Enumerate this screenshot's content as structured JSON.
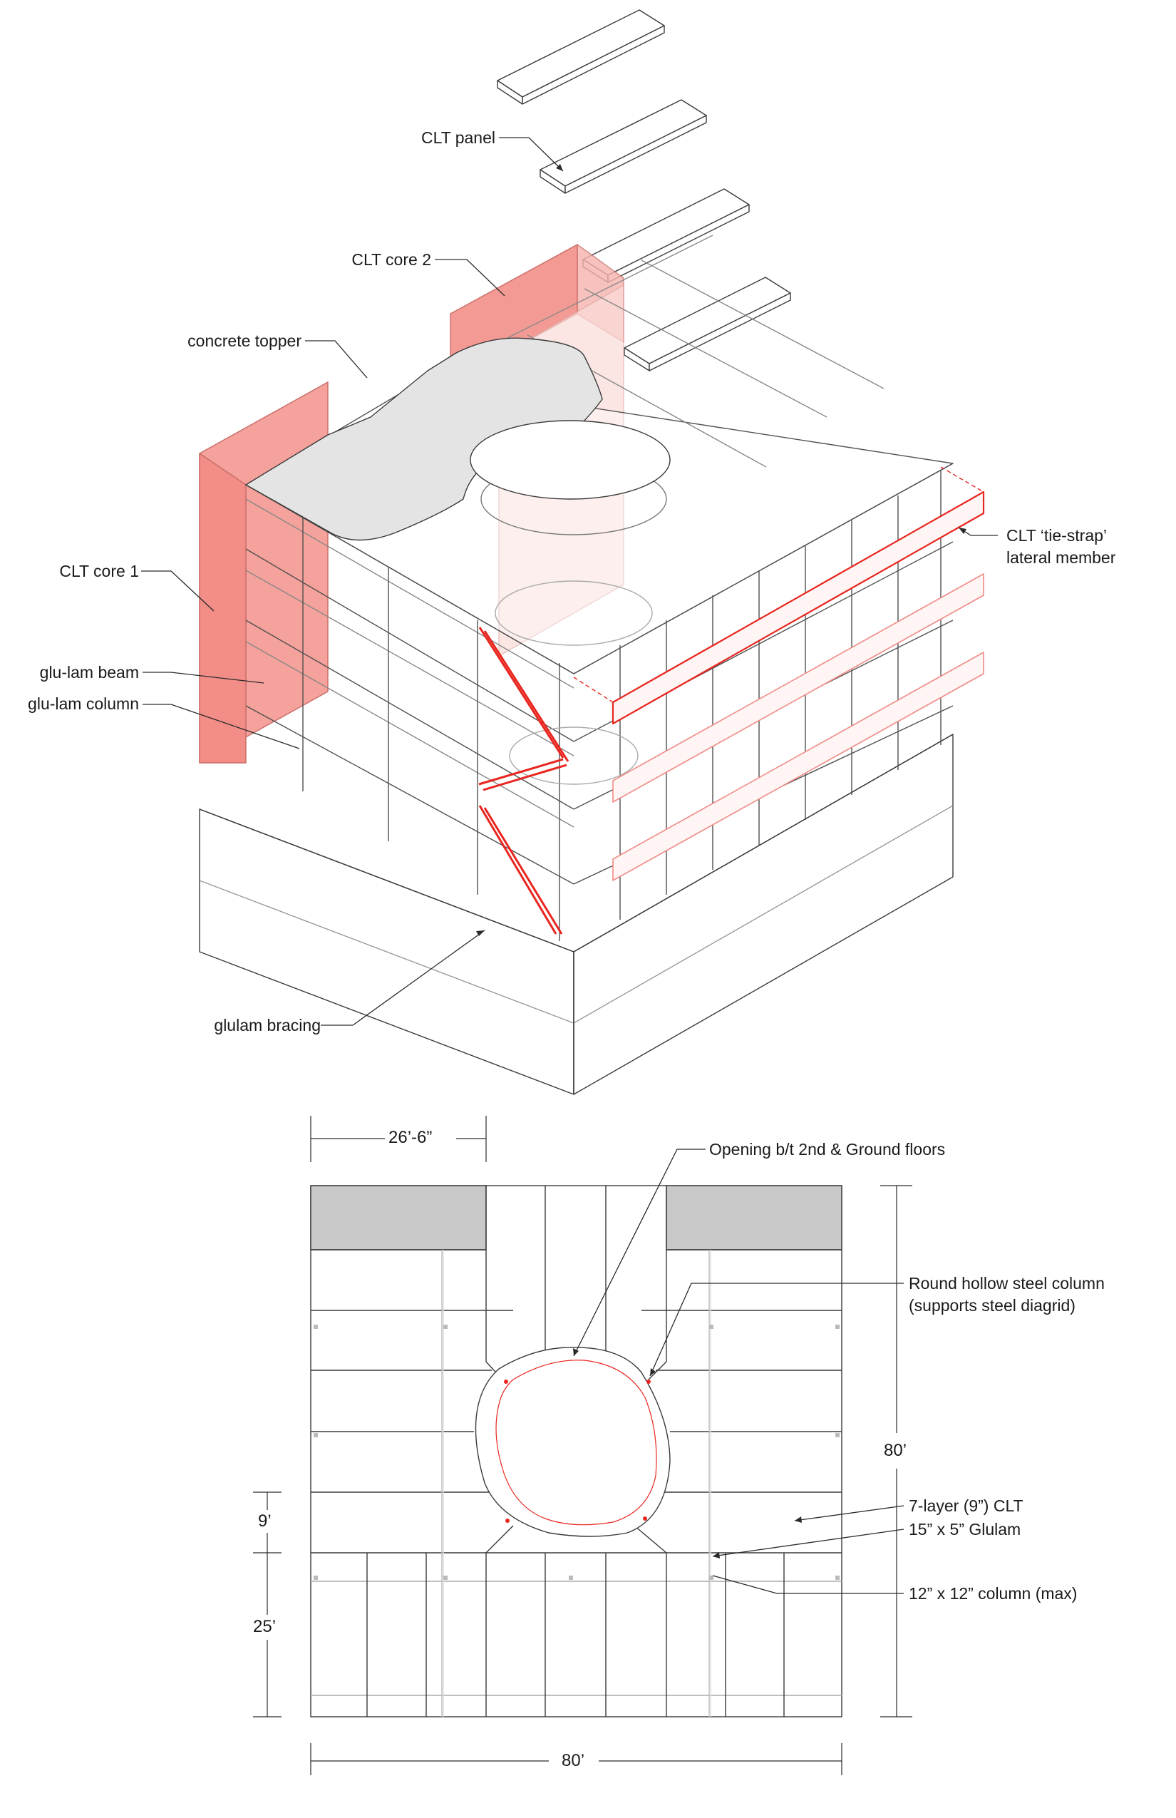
{
  "axonometric": {
    "labels": {
      "clt_panel": "CLT panel",
      "clt_core_2": "CLT core 2",
      "concrete_topper": "concrete topper",
      "clt_core_1": "CLT core 1",
      "glulam_beam": "glu-lam beam",
      "glulam_column": "glu-lam column",
      "glulam_bracing": "glulam bracing",
      "tie_strap_line1": "CLT ‘tie-strap’",
      "tie_strap_line2": "lateral member"
    }
  },
  "plan": {
    "dimensions": {
      "core_width": "26’-6”",
      "overall_depth": "80’",
      "overall_width": "80’",
      "bay_small": "9’",
      "bay_large": "25’"
    },
    "labels": {
      "opening": "Opening b/t 2nd & Ground floors",
      "steel_column_line1": "Round hollow steel column",
      "steel_column_line2": "(supports steel diagrid)",
      "clt_slab": "7-layer (9”) CLT",
      "glulam": "15” x 5” Glulam",
      "column": "12” x 12” column (max)"
    }
  },
  "colors": {
    "core_red": "#f5a19c",
    "accent_red": "#e8261f",
    "line": "#3a3a3a",
    "core_grey": "#c8c8c8"
  }
}
